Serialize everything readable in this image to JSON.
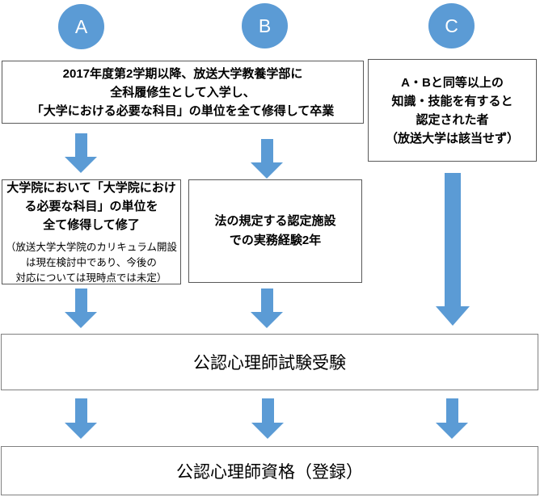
{
  "colors": {
    "accent_blue": "#5b9bd5",
    "circle_letter": "#ffffff",
    "box_border": "#595959",
    "wide_box_border": "#808080",
    "text": "#000000"
  },
  "circles": [
    {
      "label": "A"
    },
    {
      "label": "B"
    },
    {
      "label": "C"
    }
  ],
  "boxes": {
    "ab_entry": {
      "lines": [
        "2017年度第2学期以降、放送大学教養学部に",
        "全科履修生として入学し、",
        "「大学における必要な科目」の単位を全て修得して卒業"
      ]
    },
    "c_entry": {
      "lines": [
        "A・Bと同等以上の",
        "知識・技能を有すると",
        "認定された者",
        "（放送大学は該当せず）"
      ]
    },
    "a_graduate_school": {
      "lines": [
        "大学院において「大学院におけ",
        "る必要な科目」の単位を",
        "全て修得して修了"
      ],
      "note_lines": [
        "（放送大学大学院のカリキュラム開設",
        "は現在検討中であり、今後の",
        "対応については現時点では未定）"
      ]
    },
    "b_practice": {
      "lines": [
        "法の規定する認定施設",
        "での実務経験2年"
      ]
    },
    "exam": {
      "label": "公認心理師試験受験"
    },
    "registration": {
      "label": "公認心理師資格（登録）"
    }
  }
}
